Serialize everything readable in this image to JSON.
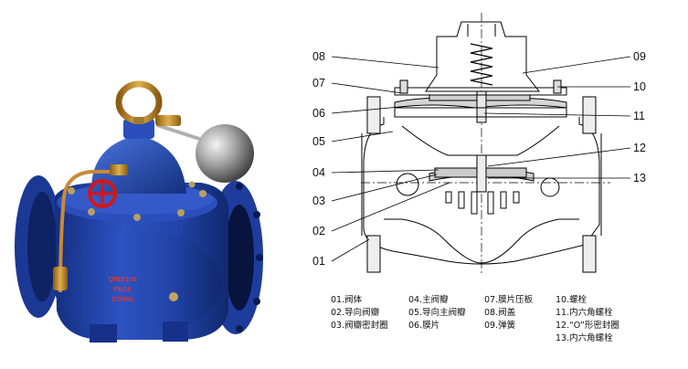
{
  "callouts": {
    "c01": "01",
    "c02": "02",
    "c03": "03",
    "c04": "04",
    "c05": "05",
    "c06": "06",
    "c07": "07",
    "c08": "08",
    "c09": "09",
    "c10": "10",
    "c11": "11",
    "c12": "12",
    "c13": "13"
  },
  "legend": {
    "col1": [
      "01.阀体",
      "02.导向阀瓣",
      "03.阀瓣密封圈"
    ],
    "col2": [
      "04.主阀瓣",
      "05.导向主阀瓣",
      "06.膜片"
    ],
    "col3": [
      "07.膜片压板",
      "08.阀盖",
      "09.弹簧"
    ],
    "col4": [
      "10.螺栓",
      "11.内六角螺栓",
      "12.“O”形密封圈",
      "13.内六角螺栓"
    ]
  },
  "product_plate": {
    "line1": "Q/BB100",
    "line2": "PN16",
    "line3": "CT/450"
  },
  "colors": {
    "valve_body": "#1f3fa0",
    "valve_highlight": "#3a63d0",
    "handwheel": "#d01818",
    "copper_tube": "#c98a3a",
    "float_ball": "#9a9a9a"
  }
}
